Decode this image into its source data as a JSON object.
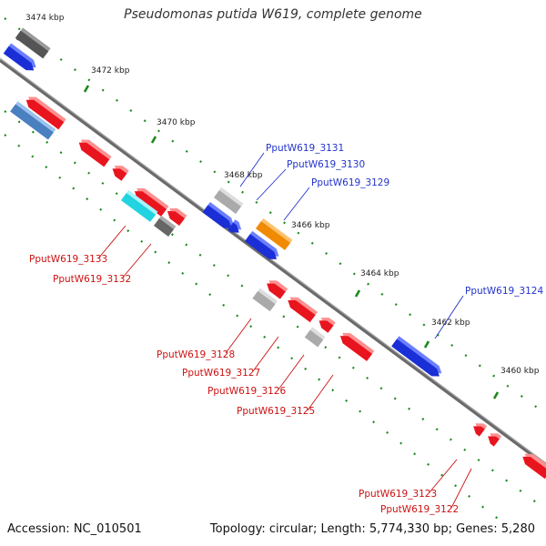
{
  "title": "Pseudomonas putida W619, complete genome",
  "footer": {
    "accession": "Accession: NC_010501",
    "summary": "Topology: circular; Length: 5,774,330 bp; Genes: 5,280"
  },
  "colors": {
    "forward": "#1a2fd6",
    "reverse": "#e8141e",
    "gray": "#b8b8b8",
    "darkgray": "#666666",
    "steelblue": "#4a7fc0",
    "cyan": "#22d3e0",
    "orange": "#f08a00",
    "tick": "#1b8a1b",
    "axis": "#7a7a7a"
  },
  "ticks": [
    "3474 kbp",
    "3472 kbp",
    "3470 kbp",
    "3468 kbp",
    "3466 kbp",
    "3464 kbp",
    "3462 kbp",
    "3460 kbp"
  ],
  "gene_labels": [
    "PputW619_3131",
    "PputW619_3130",
    "PputW619_3129",
    "PputW619_3124",
    "PputW619_3133",
    "PputW619_3132",
    "PputW619_3128",
    "PputW619_3127",
    "PputW619_3126",
    "PputW619_3125",
    "PputW619_3123",
    "PputW619_3122"
  ]
}
